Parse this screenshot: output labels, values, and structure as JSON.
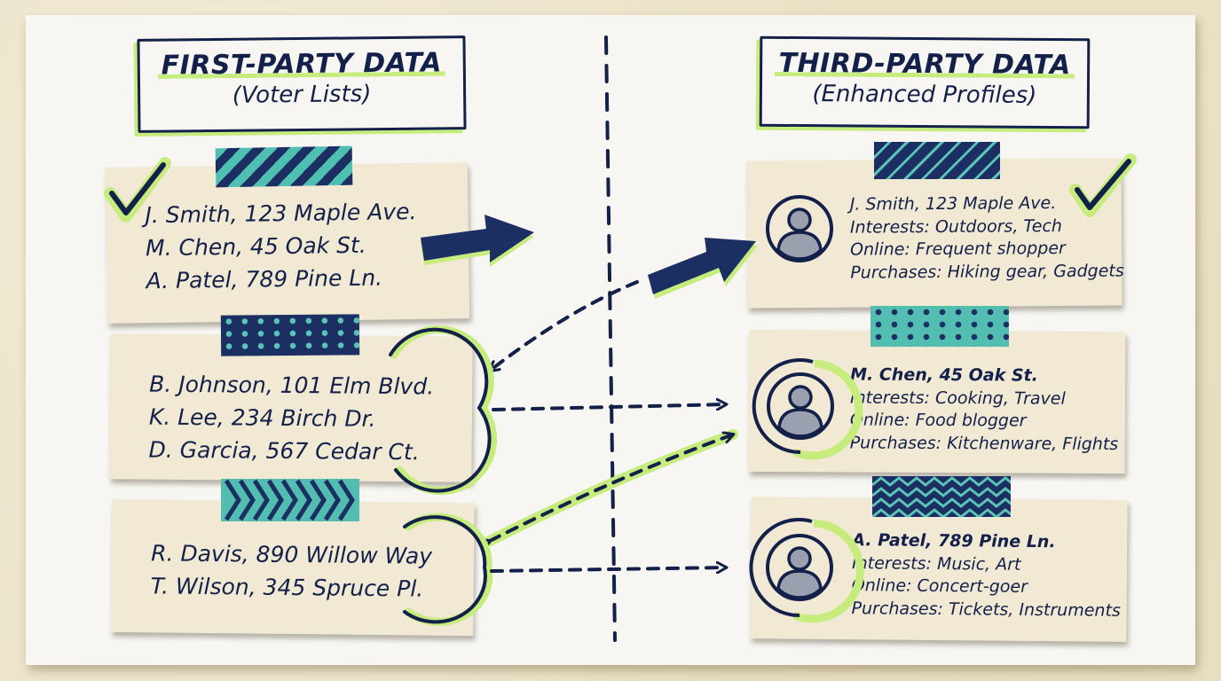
{
  "left_column": {
    "title": "FIRST-PARTY DATA",
    "subtitle": "(Voter Lists)",
    "cards": [
      {
        "lines": [
          "J. Smith, 123 Maple Ave.",
          "M. Chen, 45 Oak St.",
          "A. Patel, 789 Pine Ln."
        ],
        "tape": "diagonal-stripes",
        "checked": true
      },
      {
        "lines": [
          "B. Johnson, 101 Elm Blvd.",
          "K. Lee, 234 Birch Dr.",
          "D. Garcia, 567 Cedar Ct."
        ],
        "tape": "polka-dots",
        "circled": true
      },
      {
        "lines": [
          "R. Davis, 890 Willow Way",
          "T. Wilson, 345 Spruce Pl."
        ],
        "tape": "chevron",
        "circled": true
      }
    ]
  },
  "right_column": {
    "title": "THIRD-PARTY DATA",
    "subtitle": "(Enhanced Profiles)",
    "profiles": [
      {
        "name": "J. Smith, 123 Maple Ave.",
        "interests": "Interests: Outdoors, Tech",
        "online": "Online: Frequent shopper",
        "purchases": "Purchases: Hiking gear, Gadgets",
        "icon": "user-avatar-icon",
        "checked": true,
        "tape": "diagonal-stripes"
      },
      {
        "name": "M. Chen, 45 Oak St.",
        "interests": "Interests: Cooking, Travel",
        "online": "Online: Food blogger",
        "purchases": "Purchases: Kitchenware, Flights",
        "icon": "user-avatar-icon",
        "circled": true,
        "tape": "polka-dots"
      },
      {
        "name": "A. Patel, 789 Pine Ln.",
        "interests": "Interests: Music, Art",
        "online": "Online: Concert-goer",
        "purchases": "Purchases: Tickets, Instruments",
        "icon": "user-avatar-icon",
        "circled": true,
        "tape": "zigzag"
      }
    ]
  },
  "connectors": [
    {
      "from": "left-card-1",
      "to": "right-profile-1",
      "style": "bold-arrow"
    },
    {
      "from": "right-profile-1",
      "to": "left-card-2",
      "style": "dashed-arrow"
    },
    {
      "from": "left-card-2",
      "to": "right-profile-2",
      "style": "dashed-arrow"
    },
    {
      "from": "left-card-3",
      "to": "right-profile-2",
      "style": "dashed-double-arrow-highlighted"
    },
    {
      "from": "left-card-3",
      "to": "right-profile-3",
      "style": "dashed-arrow"
    }
  ],
  "colors": {
    "ink": "#13204a",
    "highlight": "#c6ec7e",
    "teal": "#52bdb0",
    "card": "#f1e9d4",
    "paper": "#f7f6f2",
    "background": "#ece3c8"
  }
}
